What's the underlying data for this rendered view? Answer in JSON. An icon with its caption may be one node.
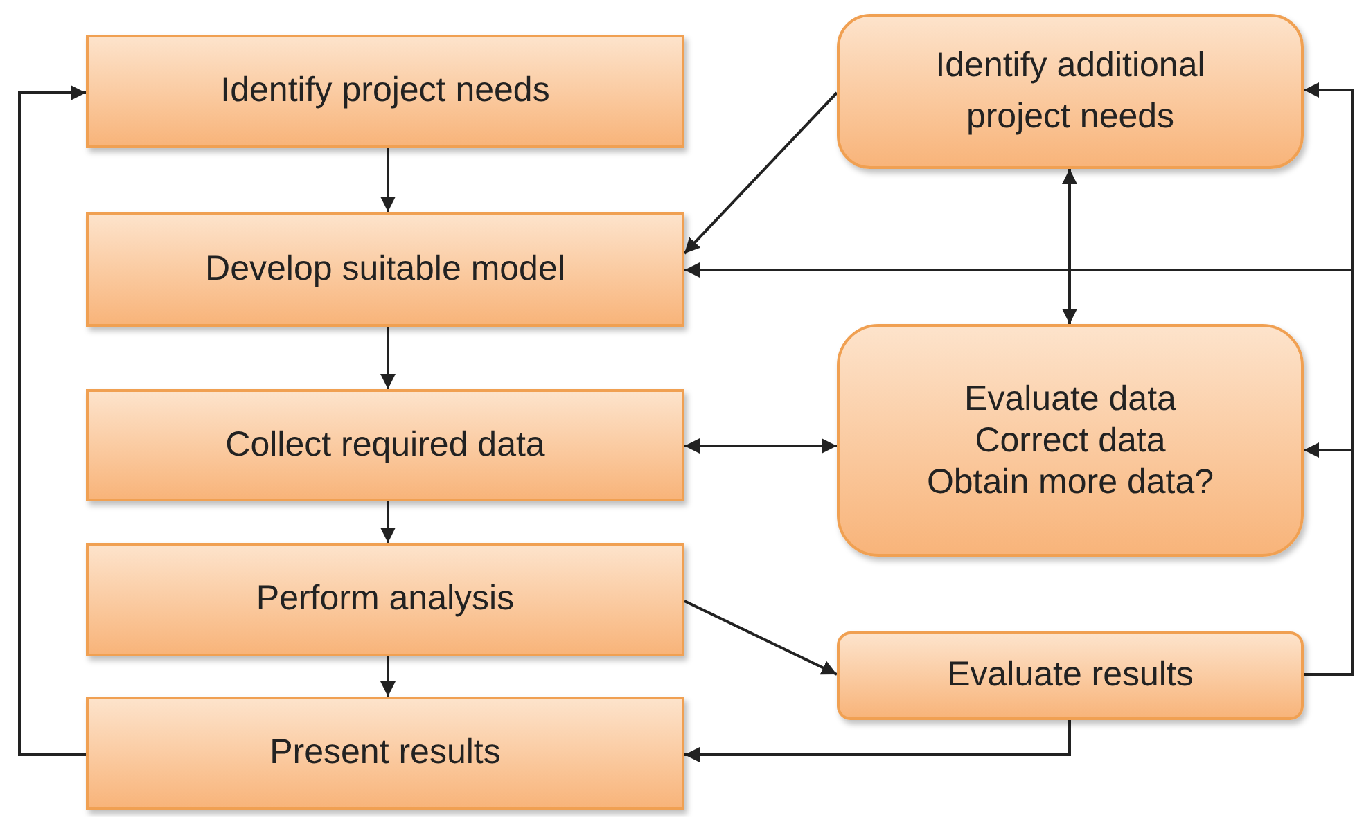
{
  "diagram": {
    "nodes": [
      {
        "text": [
          "Identify project needs"
        ]
      },
      {
        "text": [
          "Develop suitable model"
        ]
      },
      {
        "text": [
          "Collect required data"
        ]
      },
      {
        "text": [
          "Perform analysis"
        ]
      },
      {
        "text": [
          "Present results"
        ]
      },
      {
        "text": [
          "Identify additional project needs"
        ]
      },
      {
        "text": [
          "Evaluate data",
          "Correct data",
          "Obtain more data?"
        ]
      },
      {
        "text": [
          "Evaluate results"
        ]
      }
    ],
    "edges": [
      {
        "from": 0,
        "to": 1,
        "arrow": "to"
      },
      {
        "from": 1,
        "to": 2,
        "arrow": "to"
      },
      {
        "from": 2,
        "to": 3,
        "arrow": "to"
      },
      {
        "from": 3,
        "to": 4,
        "arrow": "to"
      },
      {
        "from": 4,
        "to": 0,
        "arrow": "to"
      },
      {
        "from": 5,
        "to": 1,
        "arrow": "to"
      },
      {
        "from": 5,
        "to": 6,
        "arrow": "both"
      },
      {
        "from": 2,
        "to": 6,
        "arrow": "both"
      },
      {
        "from": 3,
        "to": 7,
        "arrow": "to"
      },
      {
        "from": 7,
        "to": 4,
        "arrow": "to"
      },
      {
        "from": 7,
        "to": 5,
        "arrow": "to"
      },
      {
        "from": 7,
        "to": 1,
        "arrow": "to"
      },
      {
        "from": 7,
        "to": 6,
        "arrow": "to"
      }
    ]
  }
}
